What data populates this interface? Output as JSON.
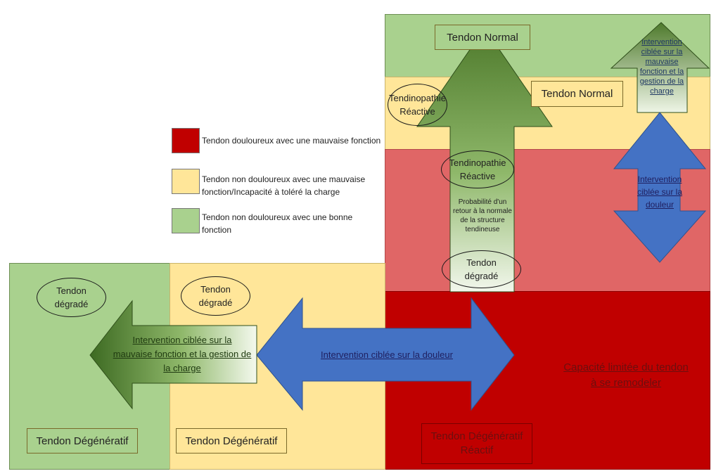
{
  "colors": {
    "green": "#a9d18e",
    "yellow": "#ffe699",
    "pink": "#e06666",
    "red": "#c00000",
    "dark_green_arrow": "#4e7a2c",
    "blue_arrow": "#4472c4"
  },
  "legend": [
    {
      "color": "#c00000",
      "text": "Tendon douloureux avec une mauvaise fonction"
    },
    {
      "color": "#ffe699",
      "text": "Tendon non douloureux avec une mauvaise\nfonction/Incapacité à toléré la charge"
    },
    {
      "color": "#a9d18e",
      "text": "Tendon non douloureux avec une bonne\nfonction"
    }
  ],
  "right_column": {
    "top_label": "Tendon Normal",
    "yellow_label": "Tendon Normal",
    "ellipse_reactive_top": "Tendinopathie\nRéactive",
    "ellipse_reactive_mid": "Tendinopathie\nRéactive",
    "probability_text": "Probabilité d'un\nretour à la normale\nde la structure\ntendineuse",
    "ellipse_degrade": "Tendon\ndégradé",
    "small_arrow_text": "Intervention\nciblée sur la\nmauvaise\nfonction et la\ngestion de la\ncharge",
    "blue_vertical_text": "Intervention\nciblée sur la\ndouleur",
    "red_text": "Capacité limitée du tendon\nà se remodeler",
    "red_bottom_label": "Tendon Dégénératif\nRéactif"
  },
  "bottom_left": {
    "green_ellipse": "Tendon\ndégradé",
    "yellow_ellipse": "Tendon\ndégradé",
    "green_label": "Tendon Dégénératif",
    "yellow_label": "Tendon Dégénératif",
    "green_arrow_text": "Intervention ciblée sur la\nmauvaise fonction et la gestion de\nla charge",
    "blue_horizontal_text": "Intervention ciblée sur la douleur"
  }
}
